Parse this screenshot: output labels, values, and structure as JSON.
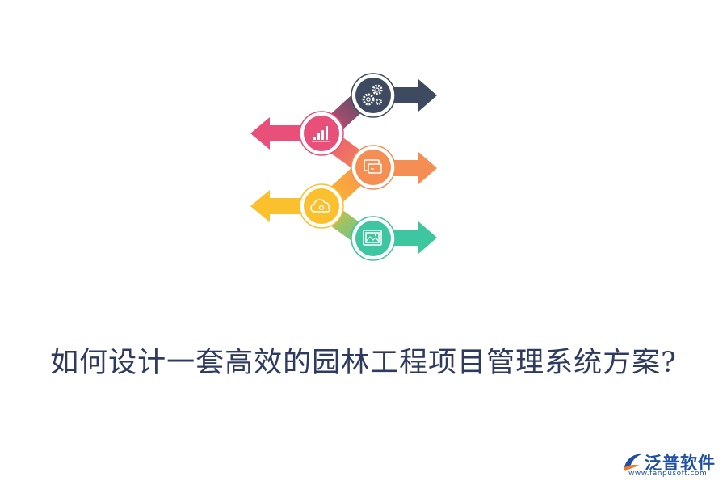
{
  "title": "如何设计一套高效的园林工程项目管理系统方案?",
  "logo": {
    "name": "泛普软件",
    "url": "www.fanpusoft.com"
  },
  "infographic": {
    "steps": [
      {
        "icon": "gears-icon",
        "color": "#3d4a5f",
        "direction": "right"
      },
      {
        "icon": "bar-chart-icon",
        "color": "#e8507a",
        "direction": "left"
      },
      {
        "icon": "monitor-icon",
        "color": "#f58e52",
        "direction": "right"
      },
      {
        "icon": "cloud-icon",
        "color": "#fbc02d",
        "direction": "left"
      },
      {
        "icon": "image-icon",
        "color": "#3ec6a0",
        "direction": "right"
      }
    ]
  },
  "colors": {
    "title": "#2e3a5f",
    "brand": "#1f4fa3",
    "brand_accent": "#f07a2a"
  }
}
